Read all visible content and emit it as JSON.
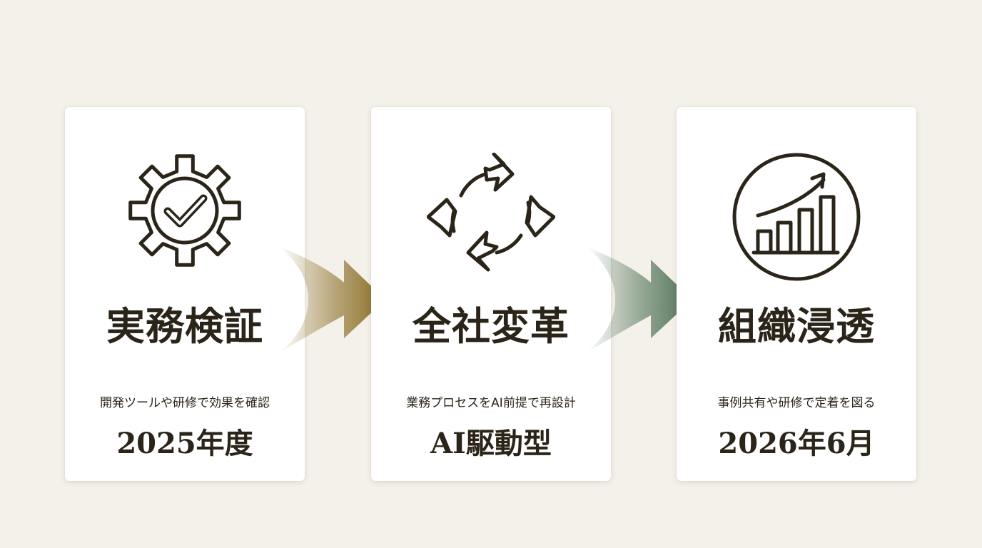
{
  "steps": [
    {
      "title": "実務検証",
      "description": "開発ツールや研修で効果を確認",
      "footer": "2025年度",
      "icon": "gear-check-icon"
    },
    {
      "title": "全社変革",
      "description": "業務プロセスをAI前提で再設計",
      "footer": "AI駆動型",
      "icon": "cycle-arrows-icon"
    },
    {
      "title": "組織浸透",
      "description": "事例共有や研修で定着を図る",
      "footer": "2026年6月",
      "icon": "growth-chart-icon"
    }
  ],
  "colors": {
    "background": "#f4f1ea",
    "card": "#ffffff",
    "text": "#2b2419",
    "arrow_1": "#8a6d24",
    "arrow_2": "#4d7055"
  }
}
